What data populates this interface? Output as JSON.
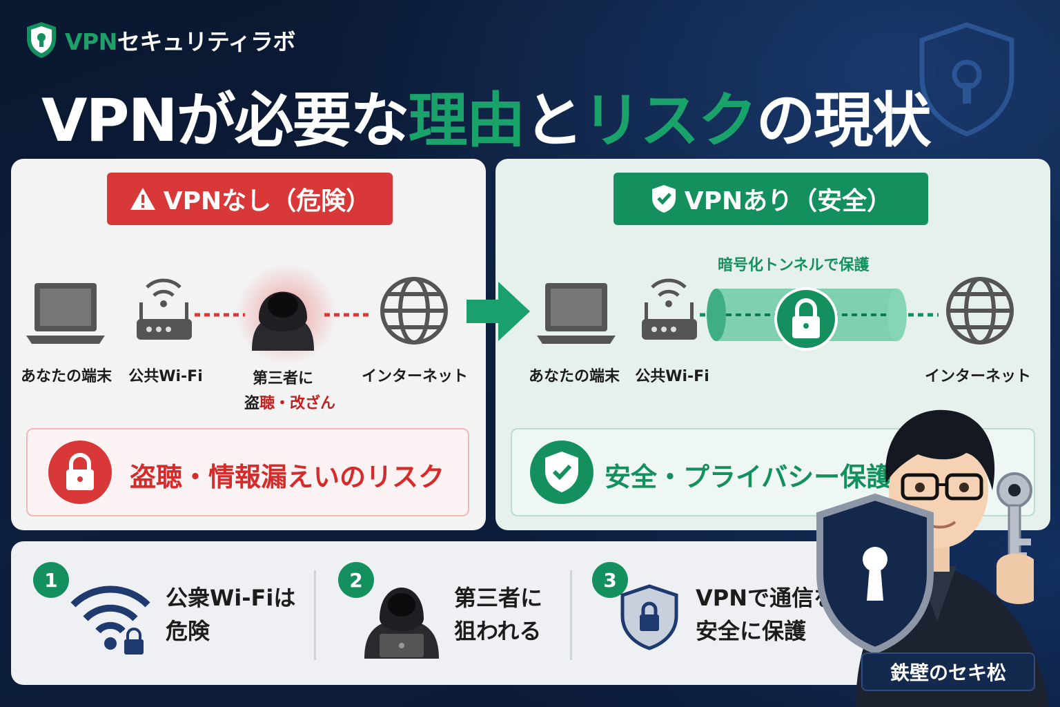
{
  "brand": {
    "name_accent": "VPN",
    "name_rest": "セキュリティラボ"
  },
  "title": {
    "part1": "VPNが必要な",
    "part2": "理由",
    "part3": "と",
    "part4": "リスク",
    "part5": "の現状"
  },
  "without_vpn": {
    "badge": "VPNなし（危険）",
    "nodes": {
      "device": "あなたの端末",
      "wifi": "公共Wi-Fi",
      "attacker_line1": "第三者に",
      "attacker_line2a": "盗",
      "attacker_line2b": "聴・改ざん",
      "internet": "インターネット"
    },
    "risk": "盗聴・情報漏えいのリスク"
  },
  "with_vpn": {
    "badge": "VPNあり（安全）",
    "tunnel_label": "暗号化トンネルで保護",
    "nodes": {
      "device": "あなたの端末",
      "wifi": "公共Wi-Fi",
      "internet": "インターネット"
    },
    "safety": "安全・プライバシー保護"
  },
  "steps": [
    {
      "num": "1",
      "line1": "公衆Wi-Fiは",
      "line2": "危険"
    },
    {
      "num": "2",
      "line1": "第三者に",
      "line2": "狙われる"
    },
    {
      "num": "3",
      "line1": "VPNで通信を",
      "line2": "安全に保護"
    }
  ],
  "character": {
    "name": "鉄壁のセキ松"
  },
  "colors": {
    "green": "#14905e",
    "red": "#d93838",
    "navy": "#13294d"
  }
}
